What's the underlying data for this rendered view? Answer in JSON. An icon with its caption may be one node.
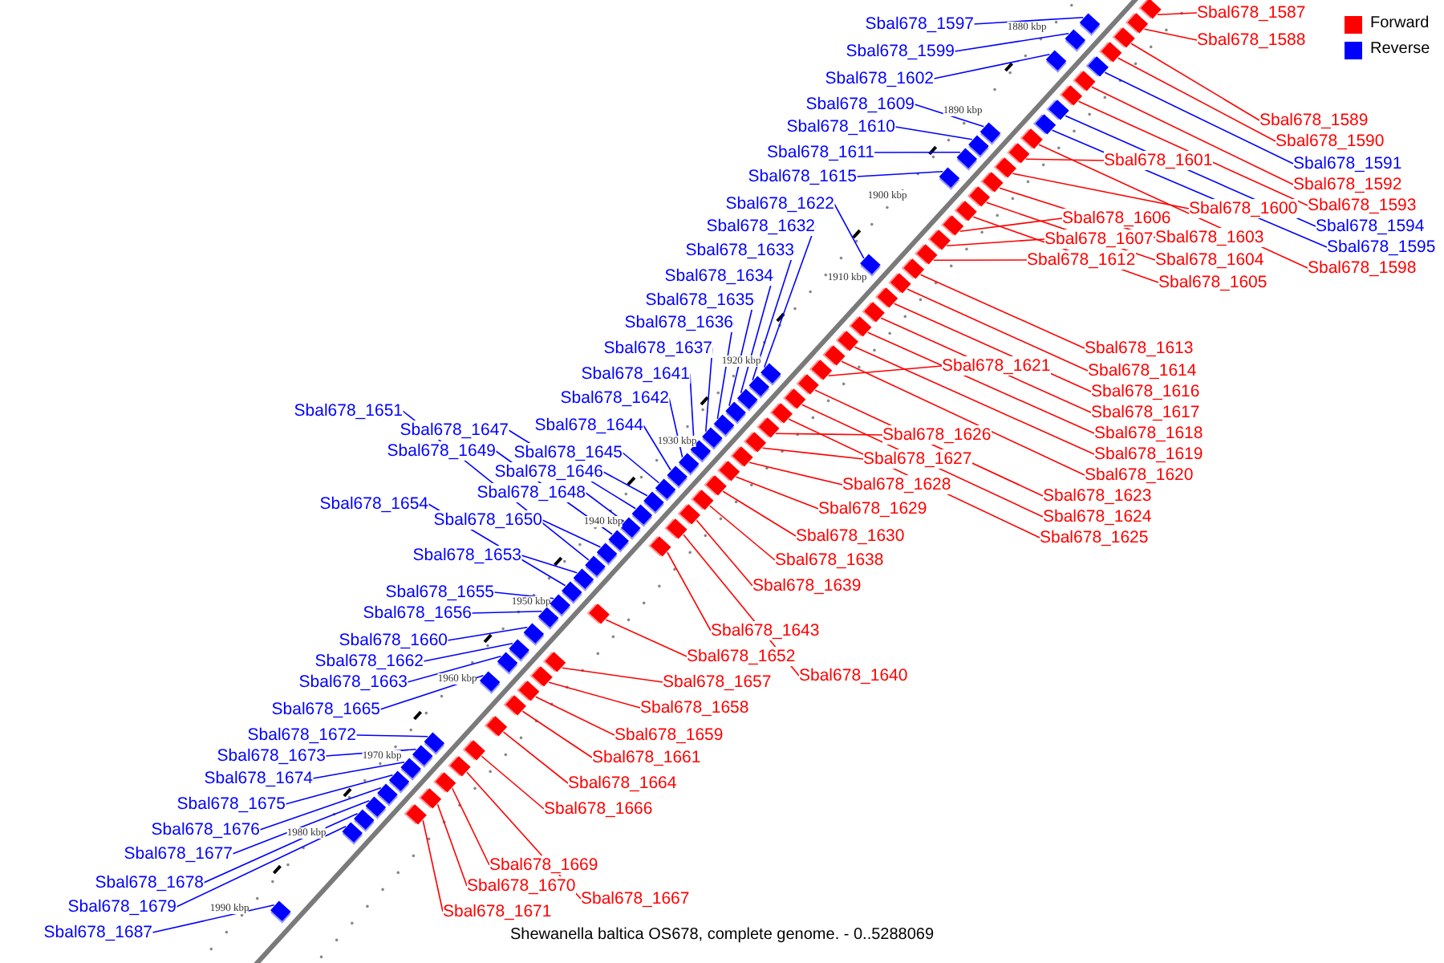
{
  "diagram": {
    "caption": "Shewanella baltica OS678, complete genome. - 0..5288069",
    "nodes": [
      {
        "text": [
          "Sbal678_1587"
        ]
      },
      {
        "text": [
          "Sbal678_1588"
        ]
      },
      {
        "text": [
          "Sbal678_1589"
        ]
      },
      {
        "text": [
          "Sbal678_1590"
        ]
      },
      {
        "text": [
          "Sbal678_1591"
        ]
      },
      {
        "text": [
          "Sbal678_1592"
        ]
      },
      {
        "text": [
          "Sbal678_1593"
        ]
      },
      {
        "text": [
          "Sbal678_1594"
        ]
      },
      {
        "text": [
          "Sbal678_1595"
        ]
      },
      {
        "text": [
          "Sbal678_1597"
        ]
      },
      {
        "text": [
          "Sbal678_1598"
        ]
      },
      {
        "text": [
          "Sbal678_1599"
        ]
      },
      {
        "text": [
          "Sbal678_1600"
        ]
      },
      {
        "text": [
          "Sbal678_1601"
        ]
      },
      {
        "text": [
          "Sbal678_1602"
        ]
      },
      {
        "text": [
          "Sbal678_1603"
        ]
      },
      {
        "text": [
          "Sbal678_1604"
        ]
      },
      {
        "text": [
          "Sbal678_1605"
        ]
      },
      {
        "text": [
          "Sbal678_1606"
        ]
      },
      {
        "text": [
          "Sbal678_1607"
        ]
      },
      {
        "text": [
          "Sbal678_1609"
        ]
      },
      {
        "text": [
          "Sbal678_1610"
        ]
      },
      {
        "text": [
          "Sbal678_1611"
        ]
      },
      {
        "text": [
          "Sbal678_1612"
        ]
      },
      {
        "text": [
          "Sbal678_1613"
        ]
      },
      {
        "text": [
          "Sbal678_1614"
        ]
      },
      {
        "text": [
          "Sbal678_1615"
        ]
      },
      {
        "text": [
          "Sbal678_1616"
        ]
      },
      {
        "text": [
          "Sbal678_1617"
        ]
      },
      {
        "text": [
          "Sbal678_1618"
        ]
      },
      {
        "text": [
          "Sbal678_1619"
        ]
      },
      {
        "text": [
          "Sbal678_1620"
        ]
      },
      {
        "text": [
          "Sbal678_1621"
        ]
      },
      {
        "text": [
          "Sbal678_1622"
        ]
      },
      {
        "text": [
          "Sbal678_1623"
        ]
      },
      {
        "text": [
          "Sbal678_1624"
        ]
      },
      {
        "text": [
          "Sbal678_1625"
        ]
      },
      {
        "text": [
          "Sbal678_1626"
        ]
      },
      {
        "text": [
          "Sbal678_1627"
        ]
      },
      {
        "text": [
          "Sbal678_1628"
        ]
      },
      {
        "text": [
          "Sbal678_1629"
        ]
      },
      {
        "text": [
          "Sbal678_1630"
        ]
      },
      {
        "text": [
          "Sbal678_1632"
        ]
      },
      {
        "text": [
          "Sbal678_1633"
        ]
      },
      {
        "text": [
          "Sbal678_1634"
        ]
      },
      {
        "text": [
          "Sbal678_1635"
        ]
      },
      {
        "text": [
          "Sbal678_1636"
        ]
      },
      {
        "text": [
          "Sbal678_1637"
        ]
      },
      {
        "text": [
          "Sbal678_1638"
        ]
      },
      {
        "text": [
          "Sbal678_1639"
        ]
      },
      {
        "text": [
          "Sbal678_1640"
        ]
      },
      {
        "text": [
          "Sbal678_1641"
        ]
      },
      {
        "text": [
          "Sbal678_1642"
        ]
      },
      {
        "text": [
          "Sbal678_1643"
        ]
      },
      {
        "text": [
          "Sbal678_1644"
        ]
      },
      {
        "text": [
          "Sbal678_1645"
        ]
      },
      {
        "text": [
          "Sbal678_1646"
        ]
      },
      {
        "text": [
          "Sbal678_1647"
        ]
      },
      {
        "text": [
          "Sbal678_1648"
        ]
      },
      {
        "text": [
          "Sbal678_1649"
        ]
      },
      {
        "text": [
          "Sbal678_1650"
        ]
      },
      {
        "text": [
          "Sbal678_1651"
        ]
      },
      {
        "text": [
          "Sbal678_1652"
        ]
      },
      {
        "text": [
          "Sbal678_1653"
        ]
      },
      {
        "text": [
          "Sbal678_1654"
        ]
      },
      {
        "text": [
          "Sbal678_1655"
        ]
      },
      {
        "text": [
          "Sbal678_1656"
        ]
      },
      {
        "text": [
          "Sbal678_1657"
        ]
      },
      {
        "text": [
          "Sbal678_1658"
        ]
      },
      {
        "text": [
          "Sbal678_1659"
        ]
      },
      {
        "text": [
          "Sbal678_1660"
        ]
      },
      {
        "text": [
          "Sbal678_1661"
        ]
      },
      {
        "text": [
          "Sbal678_1662"
        ]
      },
      {
        "text": [
          "Sbal678_1663"
        ]
      },
      {
        "text": [
          "Sbal678_1664"
        ]
      },
      {
        "text": [
          "Sbal678_1665"
        ]
      },
      {
        "text": [
          "Sbal678_1666"
        ]
      },
      {
        "text": [
          "Sbal678_1667"
        ]
      },
      {
        "text": [
          "Sbal678_1669"
        ]
      },
      {
        "text": [
          "Sbal678_1670"
        ]
      },
      {
        "text": [
          "Sbal678_1671"
        ]
      },
      {
        "text": [
          "Sbal678_1672"
        ]
      },
      {
        "text": [
          "Sbal678_1673"
        ]
      },
      {
        "text": [
          "Sbal678_1674"
        ]
      },
      {
        "text": [
          "Sbal678_1675"
        ]
      },
      {
        "text": [
          "Sbal678_1676"
        ]
      },
      {
        "text": [
          "Sbal678_1677"
        ]
      },
      {
        "text": [
          "Sbal678_1678"
        ]
      },
      {
        "text": [
          "Sbal678_1679"
        ]
      },
      {
        "text": [
          "Sbal678_1687"
        ]
      },
      {
        "text": [],
        "shape": "box"
      },
      {
        "text": [],
        "shape": "box"
      },
      {
        "text": [],
        "shape": "box"
      },
      {
        "text": [],
        "shape": "box"
      },
      {
        "text": [],
        "shape": "box"
      },
      {
        "text": [],
        "shape": "box"
      },
      {
        "text": [],
        "shape": "box"
      },
      {
        "text": [],
        "shape": "box"
      },
      {
        "text": [],
        "shape": "box"
      },
      {
        "text": [],
        "shape": "box"
      },
      {
        "text": [],
        "shape": "box"
      },
      {
        "text": [],
        "shape": "box"
      },
      {
        "text": [],
        "shape": "box"
      },
      {
        "text": [],
        "shape": "box"
      },
      {
        "text": [],
        "shape": "box"
      },
      {
        "text": [],
        "shape": "box"
      },
      {
        "text": [],
        "shape": "box"
      },
      {
        "text": [],
        "shape": "box"
      },
      {
        "text": [],
        "shape": "box"
      },
      {
        "text": [],
        "shape": "box"
      },
      {
        "text": [],
        "shape": "box"
      },
      {
        "text": [],
        "shape": "box"
      },
      {
        "text": [],
        "shape": "box"
      },
      {
        "text": [],
        "shape": "box"
      },
      {
        "text": [],
        "shape": "box"
      },
      {
        "text": [],
        "shape": "box"
      },
      {
        "text": [],
        "shape": "box"
      },
      {
        "text": [],
        "shape": "box"
      },
      {
        "text": [],
        "shape": "box"
      },
      {
        "text": [],
        "shape": "box"
      },
      {
        "text": [],
        "shape": "box"
      },
      {
        "text": [],
        "shape": "box"
      },
      {
        "text": [],
        "shape": "box"
      },
      {
        "text": [],
        "shape": "box"
      },
      {
        "text": [],
        "shape": "box"
      },
      {
        "text": [],
        "shape": "box"
      },
      {
        "text": [],
        "shape": "box"
      },
      {
        "text": [],
        "shape": "box"
      },
      {
        "text": [],
        "shape": "box"
      },
      {
        "text": [],
        "shape": "box"
      },
      {
        "text": [],
        "shape": "box"
      },
      {
        "text": [],
        "shape": "box"
      },
      {
        "text": [],
        "shape": "box"
      },
      {
        "text": [],
        "shape": "box"
      },
      {
        "text": [],
        "shape": "box"
      },
      {
        "text": [],
        "shape": "box"
      },
      {
        "text": [],
        "shape": "box"
      },
      {
        "text": [],
        "shape": "box"
      },
      {
        "text": [],
        "shape": "box"
      },
      {
        "text": [],
        "shape": "box"
      },
      {
        "text": [],
        "shape": "box"
      },
      {
        "text": [],
        "shape": "box"
      },
      {
        "text": [],
        "shape": "box"
      },
      {
        "text": [],
        "shape": "box"
      },
      {
        "text": [],
        "shape": "box"
      },
      {
        "text": [],
        "shape": "box"
      },
      {
        "text": [],
        "shape": "box"
      },
      {
        "text": [],
        "shape": "box"
      },
      {
        "text": [],
        "shape": "box"
      },
      {
        "text": [],
        "shape": "box"
      },
      {
        "text": [],
        "shape": "box"
      },
      {
        "text": [],
        "shape": "box"
      },
      {
        "text": [],
        "shape": "box"
      },
      {
        "text": [],
        "shape": "box"
      },
      {
        "text": [],
        "shape": "box"
      },
      {
        "text": [],
        "shape": "box"
      },
      {
        "text": [],
        "shape": "box"
      },
      {
        "text": [],
        "shape": "box"
      },
      {
        "text": [],
        "shape": "box"
      },
      {
        "text": [],
        "shape": "box"
      },
      {
        "text": [],
        "shape": "box"
      },
      {
        "text": [],
        "shape": "box"
      },
      {
        "text": [],
        "shape": "box"
      },
      {
        "text": [],
        "shape": "box"
      },
      {
        "text": [],
        "shape": "box"
      },
      {
        "text": [],
        "shape": "box"
      },
      {
        "text": [],
        "shape": "box"
      },
      {
        "text": [],
        "shape": "box"
      },
      {
        "text": [],
        "shape": "box"
      },
      {
        "text": [],
        "shape": "box"
      },
      {
        "text": [],
        "shape": "box"
      },
      {
        "text": [],
        "shape": "box"
      },
      {
        "text": [],
        "shape": "box"
      },
      {
        "text": [],
        "shape": "box"
      },
      {
        "text": [],
        "shape": "box"
      },
      {
        "text": [],
        "shape": "box"
      },
      {
        "text": [],
        "shape": "box"
      },
      {
        "text": [],
        "shape": "box"
      },
      {
        "text": [],
        "shape": "box"
      },
      {
        "text": [],
        "shape": "box"
      }
    ],
    "edges": [
      {
        "from": 0,
        "to": 90,
        "arrow": "none"
      },
      {
        "from": 1,
        "to": 91,
        "arrow": "none"
      },
      {
        "from": 2,
        "to": 92,
        "arrow": "none"
      },
      {
        "from": 3,
        "to": 93,
        "arrow": "none"
      },
      {
        "from": 4,
        "to": 94,
        "arrow": "none",
        "color": "#0000ff"
      },
      {
        "from": 5,
        "to": 95,
        "arrow": "none"
      },
      {
        "from": 6,
        "to": 96,
        "arrow": "none"
      },
      {
        "from": 7,
        "to": 97,
        "arrow": "none",
        "color": "#0000ff"
      },
      {
        "from": 8,
        "to": 98,
        "arrow": "none",
        "color": "#0000ff"
      },
      {
        "from": 9,
        "to": 99,
        "arrow": "none",
        "color": "#0000ff"
      },
      {
        "from": 10,
        "to": 100,
        "arrow": "none"
      },
      {
        "from": 11,
        "to": 101,
        "arrow": "none",
        "color": "#0000ff"
      },
      {
        "from": 12,
        "to": 102,
        "arrow": "none"
      },
      {
        "from": 13,
        "to": 103,
        "arrow": "none"
      },
      {
        "from": 14,
        "to": 104,
        "arrow": "none",
        "color": "#0000ff"
      },
      {
        "from": 15,
        "to": 105,
        "arrow": "none"
      },
      {
        "from": 16,
        "to": 106,
        "arrow": "none"
      },
      {
        "from": 17,
        "to": 107,
        "arrow": "none"
      },
      {
        "from": 18,
        "to": 108,
        "arrow": "none"
      },
      {
        "from": 19,
        "to": 109,
        "arrow": "none"
      },
      {
        "from": 20,
        "to": 110,
        "arrow": "none",
        "color": "#0000ff"
      },
      {
        "from": 21,
        "to": 111,
        "arrow": "none",
        "color": "#0000ff"
      },
      {
        "from": 22,
        "to": 112,
        "arrow": "none",
        "color": "#0000ff"
      },
      {
        "from": 23,
        "to": 113,
        "arrow": "none"
      },
      {
        "from": 24,
        "to": 114,
        "arrow": "none"
      },
      {
        "from": 25,
        "to": 115,
        "arrow": "none"
      },
      {
        "from": 26,
        "to": 116,
        "arrow": "none",
        "color": "#0000ff"
      },
      {
        "from": 27,
        "to": 117,
        "arrow": "none"
      },
      {
        "from": 28,
        "to": 118,
        "arrow": "none"
      },
      {
        "from": 29,
        "to": 119,
        "arrow": "none"
      },
      {
        "from": 30,
        "to": 120,
        "arrow": "none"
      },
      {
        "from": 31,
        "to": 121,
        "arrow": "none"
      },
      {
        "from": 32,
        "to": 122,
        "arrow": "none"
      },
      {
        "from": 33,
        "to": 123,
        "arrow": "none",
        "color": "#0000ff"
      },
      {
        "from": 34,
        "to": 124,
        "arrow": "none"
      },
      {
        "from": 35,
        "to": 125,
        "arrow": "none"
      },
      {
        "from": 36,
        "to": 126,
        "arrow": "none"
      },
      {
        "from": 37,
        "to": 127,
        "arrow": "none"
      },
      {
        "from": 38,
        "to": 128,
        "arrow": "none"
      },
      {
        "from": 39,
        "to": 129,
        "arrow": "none"
      },
      {
        "from": 40,
        "to": 130,
        "arrow": "none"
      },
      {
        "from": 41,
        "to": 131,
        "arrow": "none"
      },
      {
        "from": 42,
        "to": 132,
        "arrow": "none",
        "color": "#0000ff"
      },
      {
        "from": 43,
        "to": 133,
        "arrow": "none",
        "color": "#0000ff"
      },
      {
        "from": 44,
        "to": 134,
        "arrow": "none",
        "color": "#0000ff"
      },
      {
        "from": 45,
        "to": 135,
        "arrow": "none",
        "color": "#0000ff"
      },
      {
        "from": 46,
        "to": 136,
        "arrow": "none",
        "color": "#0000ff"
      },
      {
        "from": 47,
        "to": 137,
        "arrow": "none",
        "color": "#0000ff"
      },
      {
        "from": 48,
        "to": 138,
        "arrow": "none"
      },
      {
        "from": 49,
        "to": 139,
        "arrow": "none"
      },
      {
        "from": 50,
        "to": 140,
        "arrow": "none"
      },
      {
        "from": 51,
        "to": 141,
        "arrow": "none",
        "color": "#0000ff"
      },
      {
        "from": 52,
        "to": 142,
        "arrow": "none",
        "color": "#0000ff"
      },
      {
        "from": 53,
        "to": 143,
        "arrow": "none"
      },
      {
        "from": 54,
        "to": 144,
        "arrow": "none",
        "color": "#0000ff"
      },
      {
        "from": 55,
        "to": 145,
        "arrow": "none",
        "color": "#0000ff"
      },
      {
        "from": 56,
        "to": 146,
        "arrow": "none",
        "color": "#0000ff"
      },
      {
        "from": 57,
        "to": 147,
        "arrow": "none",
        "color": "#0000ff"
      },
      {
        "from": 58,
        "to": 148,
        "arrow": "none",
        "color": "#0000ff"
      },
      {
        "from": 59,
        "to": 149,
        "arrow": "none",
        "color": "#0000ff"
      },
      {
        "from": 60,
        "to": 150,
        "arrow": "none",
        "color": "#0000ff"
      },
      {
        "from": 61,
        "to": 151,
        "arrow": "none",
        "color": "#0000ff"
      },
      {
        "from": 62,
        "to": 152,
        "arrow": "none"
      },
      {
        "from": 63,
        "to": 153,
        "arrow": "none",
        "color": "#0000ff"
      },
      {
        "from": 64,
        "to": 154,
        "arrow": "none",
        "color": "#0000ff"
      },
      {
        "from": 65,
        "to": 155,
        "arrow": "none",
        "color": "#0000ff"
      },
      {
        "from": 66,
        "to": 156,
        "arrow": "none",
        "color": "#0000ff"
      },
      {
        "from": 67,
        "to": 157,
        "arrow": "none"
      },
      {
        "from": 68,
        "to": 158,
        "arrow": "none"
      },
      {
        "from": 69,
        "to": 159,
        "arrow": "none"
      },
      {
        "from": 70,
        "to": 160,
        "arrow": "none",
        "color": "#0000ff"
      },
      {
        "from": 71,
        "to": 161,
        "arrow": "none"
      },
      {
        "from": 72,
        "to": 162,
        "arrow": "none",
        "color": "#0000ff"
      },
      {
        "from": 73,
        "to": 163,
        "arrow": "none",
        "color": "#0000ff"
      },
      {
        "from": 74,
        "to": 164,
        "arrow": "none"
      },
      {
        "from": 75,
        "to": 165,
        "arrow": "none",
        "color": "#0000ff"
      },
      {
        "from": 76,
        "to": 166,
        "arrow": "none"
      },
      {
        "from": 77,
        "to": 167,
        "arrow": "none"
      },
      {
        "from": 78,
        "to": 168,
        "arrow": "none"
      },
      {
        "from": 79,
        "to": 169,
        "arrow": "none"
      },
      {
        "from": 80,
        "to": 170,
        "arrow": "none"
      },
      {
        "from": 81,
        "to": 171,
        "arrow": "none",
        "color": "#0000ff"
      },
      {
        "from": 82,
        "to": 172,
        "arrow": "none",
        "color": "#0000ff"
      },
      {
        "from": 83,
        "to": 173,
        "arrow": "none",
        "color": "#0000ff"
      },
      {
        "from": 84,
        "to": 174,
        "arrow": "none",
        "color": "#0000ff"
      },
      {
        "from": 85,
        "to": 175,
        "arrow": "none",
        "color": "#0000ff"
      },
      {
        "from": 86,
        "to": 176,
        "arrow": "none",
        "color": "#0000ff"
      },
      {
        "from": 87,
        "to": 177,
        "arrow": "none",
        "color": "#0000ff"
      },
      {
        "from": 88,
        "to": 178,
        "arrow": "none",
        "color": "#0000ff"
      },
      {
        "from": 89,
        "to": 179,
        "arrow": "none",
        "color": "#0000ff"
      }
    ],
    "labels": [
      "1880 kbp",
      "1890 kbp",
      "1900 kbp",
      "1910 kbp",
      "1920 kbp",
      "1930 kbp",
      "1940 kbp",
      "1950 kbp",
      "1960 kbp",
      "1970 kbp",
      "1980 kbp",
      "1990 kbp"
    ],
    "legend": [
      {
        "text": "Forward",
        "color": "#ff0000"
      },
      {
        "text": "Reverse",
        "color": "#0000ff"
      }
    ]
  }
}
